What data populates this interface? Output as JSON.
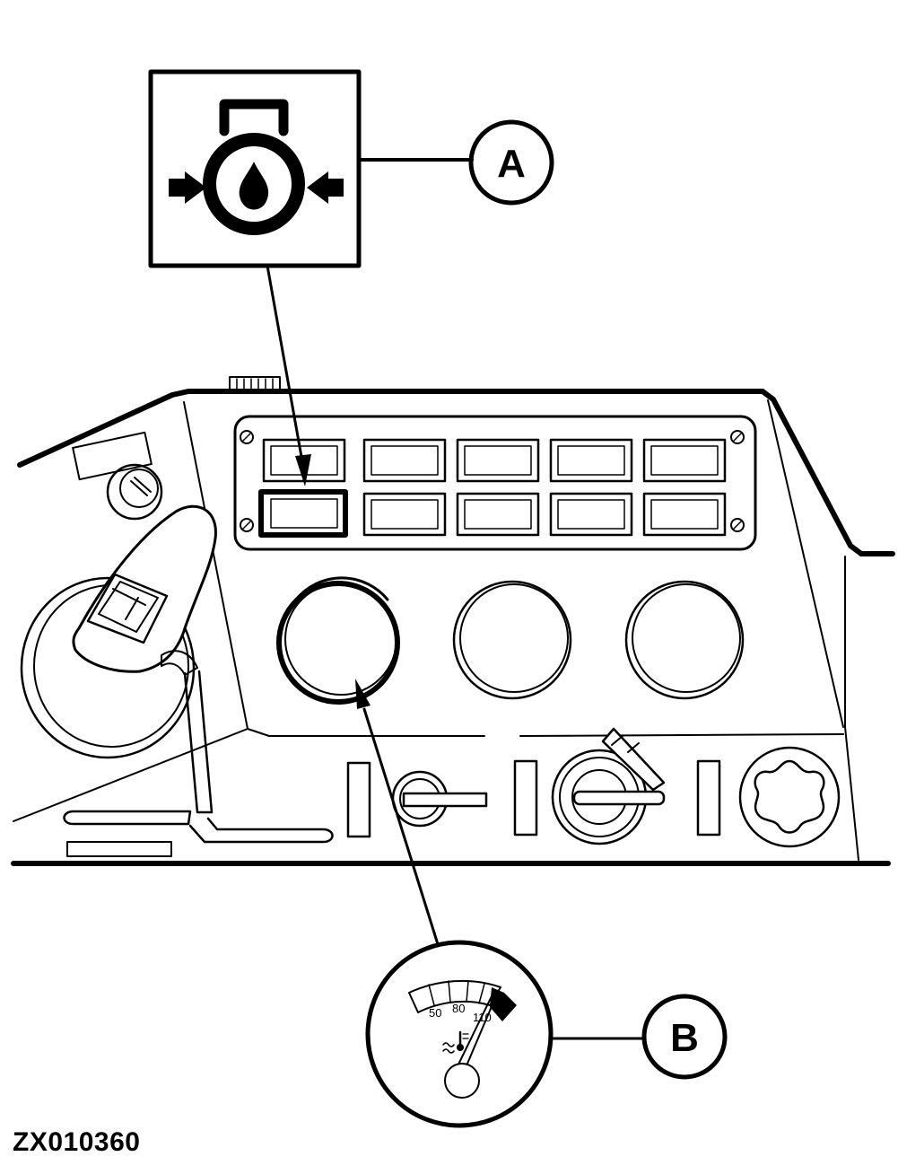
{
  "callouts": {
    "a": {
      "label": "A"
    },
    "b": {
      "label": "B"
    }
  },
  "gauge_scale": {
    "tick_labels": [
      "50",
      "80",
      "110"
    ]
  },
  "figure_id": "ZX010360",
  "colors": {
    "ink": "#000000",
    "paper": "#ffffff"
  },
  "icons": [
    "engine-oil-pressure-icon",
    "coolant-temperature-icon"
  ]
}
